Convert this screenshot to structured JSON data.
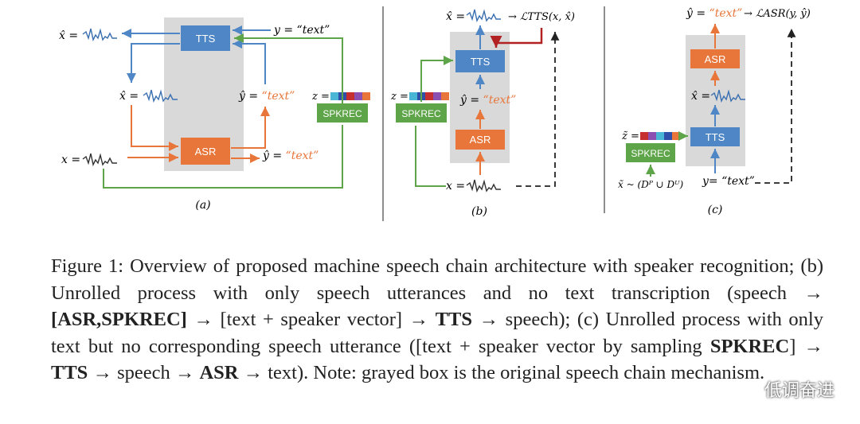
{
  "panel_a": {
    "tts": "TTS",
    "asr": "ASR",
    "spkrec": "SPKREC",
    "xhat": "x̂ =",
    "xhat2": "x̂ =",
    "x": "x =",
    "y": "y = “text”",
    "yhat_pre": "ŷ = ",
    "yhat_text": "“text”",
    "yhat2_pre": "ŷ = ",
    "yhat2_text": "“text”",
    "z": "z =",
    "label": "(a)"
  },
  "panel_b": {
    "tts": "TTS",
    "asr": "ASR",
    "spkrec": "SPKREC",
    "xhat": "x̂ =",
    "loss": "→ ℒTTS(x, x̂)",
    "yhat_pre": "ŷ = ",
    "yhat_text": "“text”",
    "z": "z =",
    "x": "x =",
    "label": "(b)"
  },
  "panel_c": {
    "tts": "TTS",
    "asr": "ASR",
    "spkrec": "SPKREC",
    "yhat_pre": "ŷ = ",
    "yhat_text": "“text”",
    "loss": "→ ℒASR(y, ŷ)",
    "xhat": "x̂ =",
    "ztilde": "z̃ =",
    "sample": "x̃ ~ (Dᴾ ∪ Dᵁ)",
    "y": "y= “text”",
    "label": "(c)"
  },
  "caption": {
    "p1": "Figure 1: Overview of proposed machine speech chain architecture with speaker recognition; (b) Unrolled process with only speech utterances and no text transcription (speech → ",
    "b1": "[ASR,SPKREC]",
    "p2": " → [text + speaker vector] → ",
    "b2": "TTS",
    "p3": " → speech); (c) Unrolled process with only text but no corresponding speech utterance ([text + speaker vector by sampling ",
    "b3": "SPKREC",
    "p4": "] → ",
    "b4": "TTS",
    "p5": " → speech → ",
    "b5": "ASR",
    "p6": " → text). Note: grayed box is the original speech chain mechanism."
  },
  "watermark": {
    "text": "低调奋进"
  },
  "colors": {
    "tts": "#4f86c6",
    "asr": "#e8763a",
    "spkrec": "#5ea549",
    "gray_box": "#d9d9d9",
    "loss_arrow": "#b22222"
  }
}
